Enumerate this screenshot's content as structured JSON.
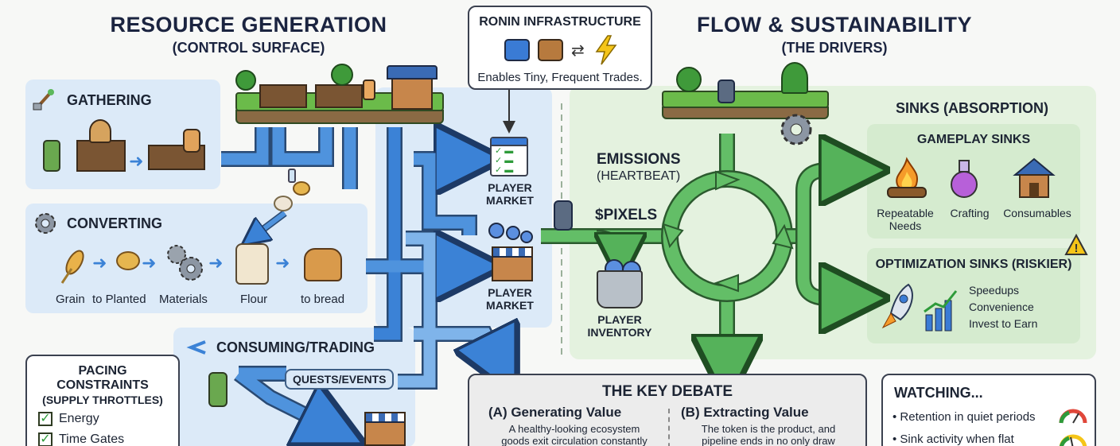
{
  "left": {
    "title": "RESOURCE GENERATION",
    "subtitle": "(CONTROL SURFACE)",
    "gathering": {
      "label": "GATHERING"
    },
    "converting": {
      "label": "CONVERTING",
      "steps": [
        "Grain",
        "to Planted",
        "Materials",
        "Flour",
        "to bread"
      ]
    },
    "consuming": {
      "label": "CONSUMING/TRADING",
      "quests": "QUESTS/EVENTS"
    }
  },
  "ronin": {
    "title": "RONIN INFRASTRUCTURE",
    "caption": "Enables Tiny, Frequent Trades."
  },
  "markets": {
    "market1": "PLAYER\nMARKET",
    "market2": "PLAYER\nMARKET"
  },
  "center": {
    "emissions": "EMISSIONS",
    "heartbeat": "(HEARTBEAT)",
    "pixels": "$PIXELS",
    "inventory": "PLAYER\nINVENTORY"
  },
  "right": {
    "title": "FLOW & SUSTAINABILITY",
    "subtitle": "(THE DRIVERS)",
    "sinks_title": "SINKS (ABSORPTION)",
    "gameplay": {
      "title": "GAMEPLAY SINKS",
      "items": [
        "Repeatable\nNeeds",
        "Crafting",
        "Consumables"
      ]
    },
    "optimization": {
      "title": "OPTIMIZATION SINKS",
      "tag": "(RISKIER)",
      "items": [
        "Speedups",
        "Convenience",
        "Invest to Earn"
      ]
    }
  },
  "pacing": {
    "title": "PACING\nCONSTRAINTS",
    "subtitle": "(SUPPLY THROTTLES)",
    "items": [
      "Energy",
      "Time Gates"
    ]
  },
  "debate": {
    "title": "THE KEY DEBATE",
    "a_title": "(A) Generating Value",
    "a_text": "A healthy-looking ecosystem\ngoods exit circulation constantly",
    "b_title": "(B) Extracting Value",
    "b_text": "The token is the product, and\npipeline ends in no only draw"
  },
  "watching": {
    "title": "WATCHING...",
    "items": [
      "• Retention in quiet periods",
      "• Sink activity when flat"
    ]
  },
  "colors": {
    "blue_pipe": "#3b82d6",
    "blue_pipe_light": "#6aa8e8",
    "green_pipe": "#55b25a",
    "panel_blue": "#dceaf8",
    "panel_green": "#e4f2df",
    "title_navy": "#1b2440"
  },
  "icons": [
    "shovel-icon",
    "gear-icon",
    "wallet-icon",
    "lightning-icon",
    "checklist-icon",
    "coin-icon",
    "shop-icon",
    "bucket-icon",
    "fire-icon",
    "potion-icon",
    "house-icon",
    "rocket-icon",
    "gauge-icon",
    "warning-icon",
    "checkbox-icon"
  ]
}
